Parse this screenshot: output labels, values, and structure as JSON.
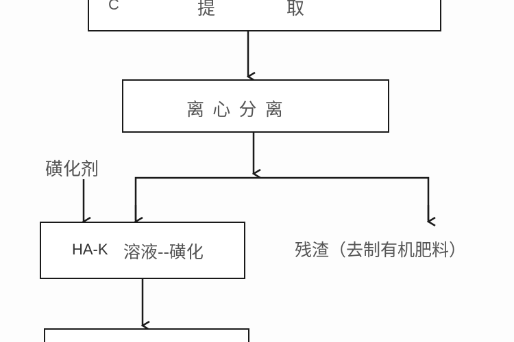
{
  "diagram": {
    "type": "process-flowchart",
    "nodes": {
      "extract": {
        "prefix": "C",
        "char1": "提",
        "char2": "取"
      },
      "centrifuge": {
        "label": "离 心 分 离"
      },
      "sulfonation": {
        "label_latin": "HA-K",
        "label_cn": "溶液--磺化"
      },
      "next_step": {
        "label": ""
      }
    },
    "side_labels": {
      "sulfonating_agent": "磺化剂",
      "residue": "残渣（去制有机肥料）"
    },
    "edges": [
      {
        "from": "extract",
        "to": "centrifuge"
      },
      {
        "from": "centrifuge",
        "to": "sulfonation"
      },
      {
        "from": "centrifuge",
        "to": "residue"
      },
      {
        "from": "sulfonating_agent",
        "to": "sulfonation"
      },
      {
        "from": "sulfonation",
        "to": "next_step"
      }
    ],
    "colors": {
      "stroke": "#1a1a1a",
      "text": "#555555",
      "background": "#ffffff"
    }
  }
}
